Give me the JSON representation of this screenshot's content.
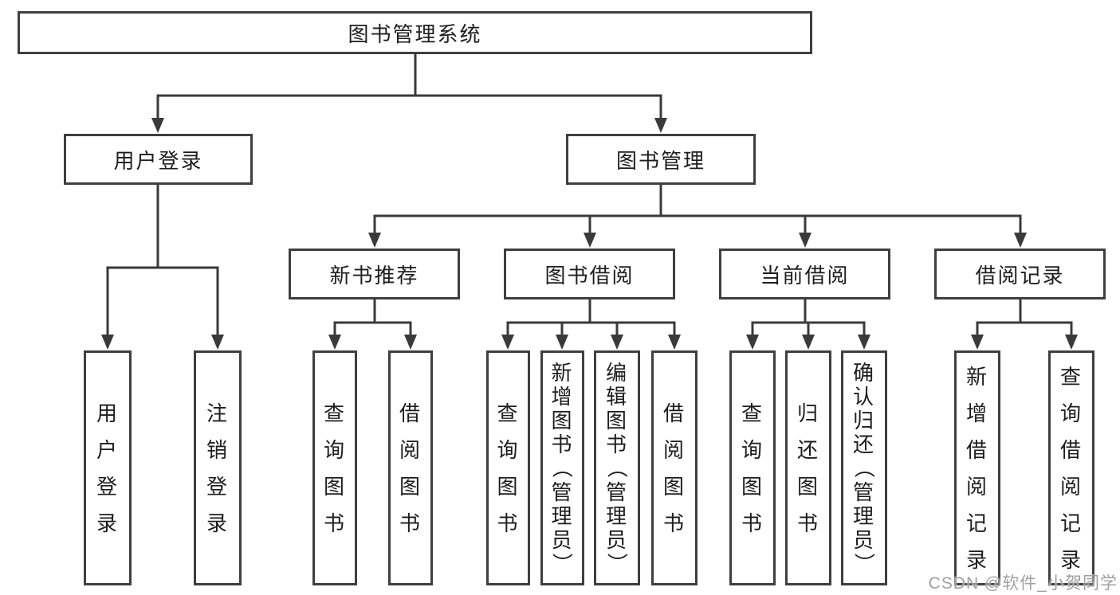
{
  "colors": {
    "background": "#ffffff",
    "line": "#3a3a3a",
    "box_border": "#3f3f3f",
    "text": "#1d1d1d",
    "watermark_text": "#a0a0a0"
  },
  "watermark": "CSDN @软件_小贺同学",
  "diagram": {
    "type": "hierarchy-tree",
    "title": "图书管理系统",
    "tree": {
      "label": "图书管理系统",
      "children": [
        {
          "label": "用户登录",
          "children": [
            {
              "label": "用户登录"
            },
            {
              "label": "注销登录"
            }
          ]
        },
        {
          "label": "图书管理",
          "children": [
            {
              "label": "新书推荐",
              "children": [
                {
                  "label": "查询图书"
                },
                {
                  "label": "借阅图书"
                }
              ]
            },
            {
              "label": "图书借阅",
              "children": [
                {
                  "label": "查询图书"
                },
                {
                  "label": "新增图书（管理员）"
                },
                {
                  "label": "编辑图书（管理员）"
                },
                {
                  "label": "借阅图书"
                }
              ]
            },
            {
              "label": "当前借阅",
              "children": [
                {
                  "label": "查询图书"
                },
                {
                  "label": "归还图书"
                },
                {
                  "label": "确认归还（管理员）"
                }
              ]
            },
            {
              "label": "借阅记录",
              "children": [
                {
                  "label": "新增借阅记录"
                },
                {
                  "label": "查询借阅记录"
                }
              ]
            }
          ]
        }
      ]
    }
  }
}
